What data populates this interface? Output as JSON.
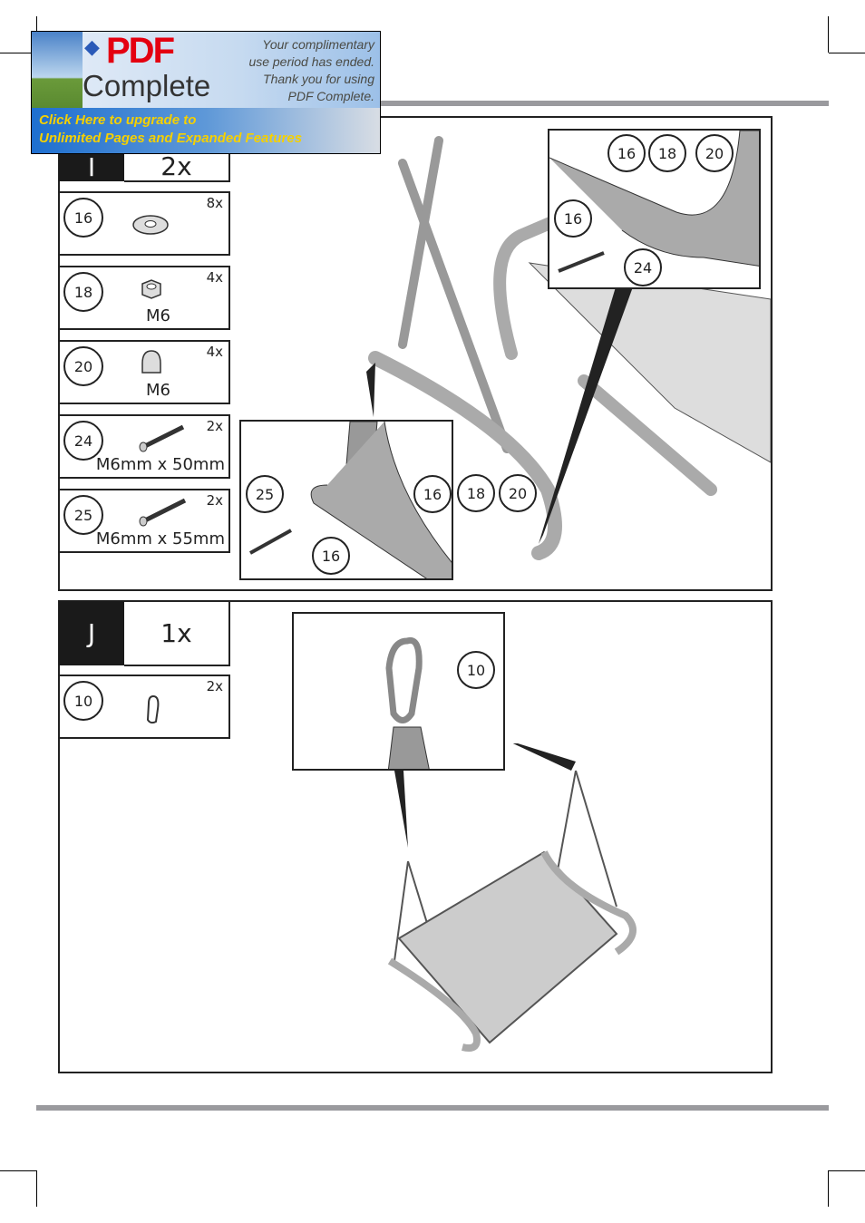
{
  "banner": {
    "logo_pdf": "PDF",
    "logo_complete": "Complete",
    "message": [
      "Your complimentary",
      "use period has ended.",
      "Thank you for using",
      "PDF Complete."
    ],
    "upgrade": [
      "Click Here to upgrade to",
      "Unlimited Pages and Expanded Features"
    ]
  },
  "step_i": {
    "letter": "I",
    "qty": "2x",
    "parts": [
      {
        "num": "16",
        "qty": "8x",
        "spec": "",
        "icon": "washer-icon"
      },
      {
        "num": "18",
        "qty": "4x",
        "spec": "M6",
        "icon": "nut-icon"
      },
      {
        "num": "20",
        "qty": "4x",
        "spec": "M6",
        "icon": "cap-nut-icon"
      },
      {
        "num": "24",
        "qty": "2x",
        "spec": "M6mm x 50mm",
        "icon": "bolt-icon"
      },
      {
        "num": "25",
        "qty": "2x",
        "spec": "M6mm x 55mm",
        "icon": "bolt-icon"
      }
    ],
    "inset_top_callouts": [
      "16",
      "18",
      "20",
      "16",
      "24"
    ],
    "inset_bottom_callouts": [
      "25",
      "16",
      "16",
      "18",
      "20"
    ]
  },
  "step_j": {
    "letter": "J",
    "qty": "1x",
    "parts": [
      {
        "num": "10",
        "qty": "2x",
        "icon": "carabiner-icon"
      }
    ],
    "inset_callout": "10"
  }
}
